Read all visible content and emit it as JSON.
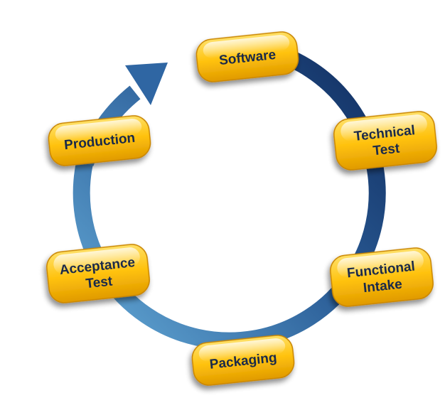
{
  "diagram": {
    "type": "cycle",
    "colors": {
      "ring_dark": "#0f2a5c",
      "ring_light": "#6ab2de",
      "pill_light": "#ffe066",
      "pill_mid": "#ffc20e",
      "pill_dark": "#e09a00",
      "label_text": "#1a2a4a"
    },
    "stages": [
      {
        "id": "software",
        "lines": [
          "Software"
        ]
      },
      {
        "id": "technical-test",
        "lines": [
          "Technical",
          "Test"
        ]
      },
      {
        "id": "functional-intake",
        "lines": [
          "Functional",
          "Intake"
        ]
      },
      {
        "id": "packaging",
        "lines": [
          "Packaging"
        ]
      },
      {
        "id": "acceptance-test",
        "lines": [
          "Acceptance",
          "Test"
        ]
      },
      {
        "id": "production",
        "lines": [
          "Production"
        ]
      }
    ],
    "flow": "clockwise"
  }
}
